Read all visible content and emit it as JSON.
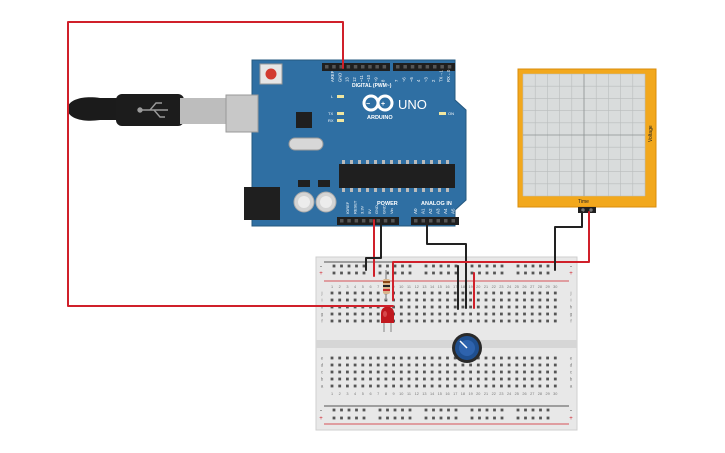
{
  "arduino": {
    "model": "UNO",
    "brand": "ARDUINO",
    "digital_label": "DIGITAL (PWM~)",
    "power_label": "POWER",
    "analog_label": "ANALOG IN",
    "on_label": "ON",
    "led_l": "L",
    "led_tx": "TX",
    "led_rx": "RX",
    "digital_pins": [
      "AREF",
      "GND",
      "13",
      "12",
      "~11",
      "~10",
      "~9",
      "8",
      "7",
      "~6",
      "~5",
      "4",
      "~3",
      "2",
      "TX→1",
      "RX←0"
    ],
    "power_pins": [
      "IOREF",
      "RESET",
      "3.3V",
      "5V",
      "GND",
      "GND",
      "Vin"
    ],
    "analog_pins": [
      "A0",
      "A1",
      "A2",
      "A3",
      "A4",
      "A5"
    ]
  },
  "oscilloscope": {
    "x_label": "Time",
    "y_label": "Voltage"
  },
  "breadboard": {
    "rail_plus": "+",
    "rail_minus": "-",
    "row_letters_top": [
      "j",
      "i",
      "h",
      "g",
      "f"
    ],
    "row_letters_bottom": [
      "e",
      "d",
      "c",
      "b",
      "a"
    ],
    "columns": [
      "1",
      "2",
      "3",
      "4",
      "5",
      "6",
      "7",
      "8",
      "9",
      "10",
      "11",
      "12",
      "13",
      "14",
      "15",
      "16",
      "17",
      "18",
      "19",
      "20",
      "21",
      "22",
      "23",
      "24",
      "25",
      "26",
      "27",
      "28",
      "29",
      "30"
    ]
  },
  "colors": {
    "board": "#2f6fa3",
    "wire_red": "#d0202a",
    "wire_black": "#222222",
    "scope_frame": "#f2a81d",
    "scope_screen": "#d9dcdc",
    "led": "#c0181e",
    "pot_knob": "#1f4f8f"
  }
}
